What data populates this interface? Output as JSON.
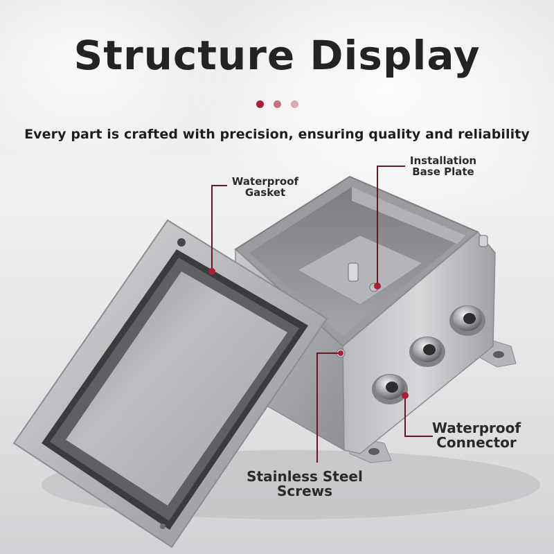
{
  "header": {
    "title": "Structure Display",
    "subtitle": "Every part is crafted with precision, ensuring quality and reliability"
  },
  "dots": [
    "#a8203a",
    "#c9707f",
    "#dcaab3"
  ],
  "callouts": {
    "gasket": {
      "line1": "Waterproof",
      "line2": "Gasket"
    },
    "base_plate": {
      "line1": "Installation",
      "line2": "Base Plate"
    },
    "connector": {
      "line1": "Waterproof",
      "line2": "Connector"
    },
    "screws": {
      "line1": "Stainless Steel",
      "line2": "Screws"
    }
  },
  "colors": {
    "accent": "#a8203a",
    "leader": "#6b1424",
    "text": "#232323"
  }
}
